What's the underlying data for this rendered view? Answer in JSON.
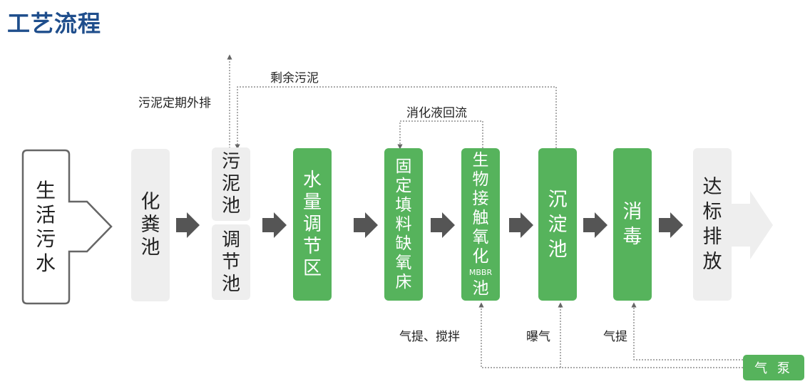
{
  "title": "工艺流程",
  "colors": {
    "green": "#56b35c",
    "gray": "#eeeeee",
    "title_blue": "#1f4e8c",
    "arrow": "#555555"
  },
  "nodes": {
    "source": "生活污水",
    "septic": "化粪池",
    "sludge": "污泥池",
    "regulating": "调节池",
    "equalization": "水量调节区",
    "anoxic": "固定填料缺氧床",
    "contact_top": "生物接触氧化",
    "contact_tag": "MBBR",
    "contact_bottom": "池",
    "sedimentation": "沉淀池",
    "disinfection": "消毒",
    "discharge": "达标排放"
  },
  "labels": {
    "sludge_discharge": "污泥定期外排",
    "excess_sludge": "剩余污泥",
    "nitrified_return": "消化液回流",
    "airlift_stir": "气提、搅拌",
    "aeration": "曝气",
    "airlift": "气提",
    "air_pump": "气 泵"
  }
}
